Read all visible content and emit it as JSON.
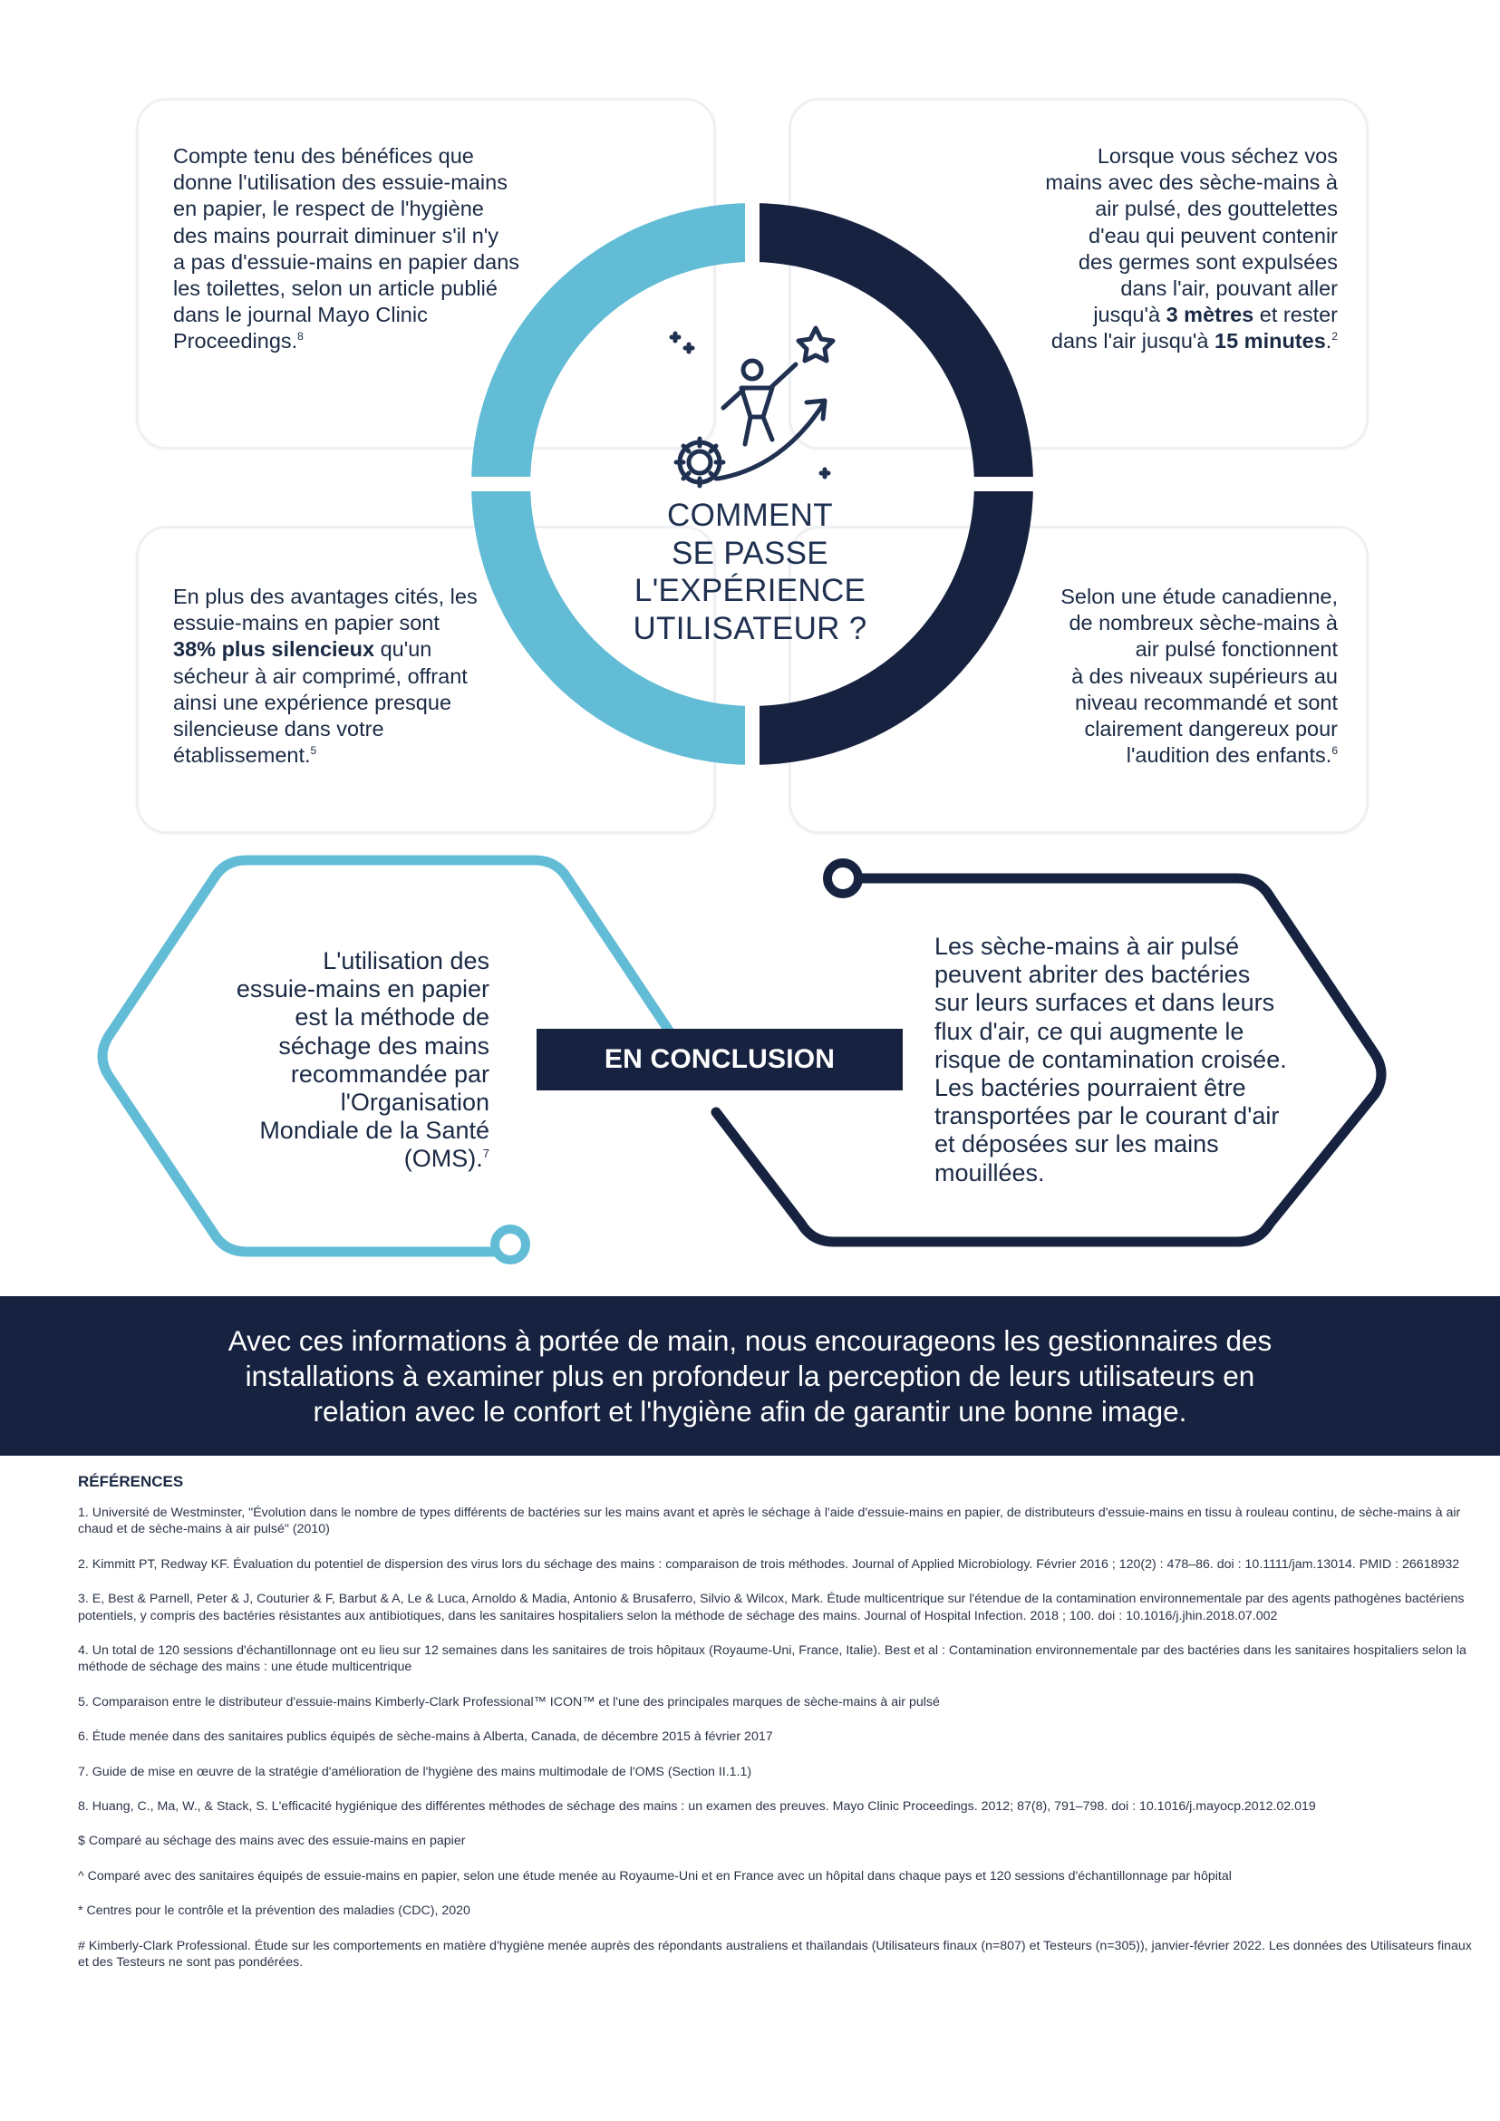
{
  "cards": {
    "top_left": {
      "lines": [
        "Compte tenu des bénéfices que",
        "donne l'utilisation des essuie-mains",
        "en papier, le respect de l'hygiène",
        "des mains pourrait diminuer s'il n'y",
        "a pas d'essuie-mains en papier dans",
        "les toilettes, selon un article publié",
        "dans le journal Mayo Clinic",
        "Proceedings."
      ],
      "sup": "8"
    },
    "top_right": {
      "lines": [
        "Lorsque vous séchez vos",
        "mains avec des sèche-mains à",
        "air pulsé, des gouttelettes",
        "d'eau qui peuvent contenir",
        "des germes sont expulsées",
        "dans l'air, pouvant aller"
      ],
      "line7_pre": "jusqu'à ",
      "line7_bold": "3 mètres",
      "line7_post": " et rester",
      "line8_pre": "dans l'air jusqu'à ",
      "line8_bold": "15 minutes",
      "line8_post": ".",
      "sup": "2"
    },
    "bottom_left": {
      "line1": "En plus des avantages cités, les",
      "line2": "essuie-mains en papier sont",
      "line3_bold": "38% plus silencieux",
      "line3_post": " qu'un",
      "line4": "sécheur à air comprimé, offrant",
      "line5": "ainsi une expérience presque",
      "line6": "silencieuse dans votre",
      "line7": "établissement.",
      "sup": "5"
    },
    "bottom_right": {
      "lines": [
        "Selon une étude canadienne,",
        "de nombreux sèche-mains à",
        "air pulsé fonctionnent",
        "à des niveaux supérieurs au",
        "niveau recommandé et sont",
        "clairement dangereux pour",
        "l'audition des enfants."
      ],
      "sup": "6"
    }
  },
  "center": {
    "title_lines": [
      "COMMENT",
      "SE PASSE",
      "L'EXPÉRIENCE",
      "UTILISATEUR ?"
    ],
    "icon": "person-climbing-arrow-with-gear-icon"
  },
  "conclusion": {
    "label": "EN CONCLUSION",
    "left_lines": [
      "L'utilisation des",
      "essuie-mains en papier",
      "est la méthode de",
      "séchage des mains",
      "recommandée par",
      "l'Organisation",
      "Mondiale de la Santé",
      "(OMS)."
    ],
    "left_sup": "7",
    "right_lines": [
      "Les sèche-mains à air pulsé",
      "peuvent abriter des bactéries",
      "sur leurs surfaces et dans leurs",
      "flux d'air, ce qui augmente le",
      "risque de contamination croisée.",
      "Les bactéries pourraient être",
      "transportées par le courant d'air",
      "et déposées sur les mains",
      "mouillées."
    ]
  },
  "banner": {
    "lines": [
      "Avec ces informations à portée de main, nous encourageons les gestionnaires des",
      "installations à examiner plus en profondeur la perception de leurs utilisateurs en",
      "relation avec le confort et l'hygiène afin de garantir une bonne image."
    ]
  },
  "references": {
    "title": "RÉFÉRENCES",
    "items": [
      "1. Université de Westminster, \"Évolution dans le nombre de types différents de bactéries sur les mains avant et après le séchage à l'aide d'essuie-mains en papier, de distributeurs d'essuie-mains en tissu à rouleau continu, de sèche-mains à air chaud et de sèche-mains à air pulsé\" (2010)",
      "2. Kimmitt PT, Redway KF. Évaluation du potentiel de dispersion des virus lors du séchage des mains : comparaison de trois méthodes. Journal of Applied Microbiology. Février 2016 ; 120(2) : 478–86. doi : 10.1111/jam.13014. PMID : 26618932",
      "3. E, Best & Parnell, Peter & J, Couturier & F, Barbut & A, Le & Luca, Arnoldo & Madia, Antonio & Brusaferro, Silvio & Wilcox, Mark. Étude multicentrique sur l'étendue de la contamination environnementale par des agents pathogènes bactériens potentiels, y compris des bactéries résistantes aux antibiotiques, dans les sanitaires hospitaliers selon la méthode de séchage des mains. Journal of Hospital Infection. 2018 ; 100. doi : 10.1016/j.jhin.2018.07.002",
      "4. Un total de 120 sessions d'échantillonnage ont eu lieu sur 12 semaines dans les sanitaires de trois hôpitaux (Royaume-Uni, France, Italie). Best et al : Contamination environnementale par des bactéries dans les sanitaires hospitaliers selon la méthode de séchage des mains : une étude multicentrique",
      "5. Comparaison entre le distributeur d'essuie-mains Kimberly-Clark Professional™ ICON™ et l'une des principales marques de sèche-mains à air pulsé",
      "6. Étude menée dans des sanitaires publics équipés de sèche-mains à Alberta, Canada, de décembre 2015 à février 2017",
      "7. Guide de mise en œuvre de la stratégie d'amélioration de l'hygiène des mains multimodale de l'OMS (Section II.1.1)",
      "8. Huang, C., Ma, W., & Stack, S. L'efficacité hygiénique des différentes méthodes de séchage des mains : un examen des preuves. Mayo Clinic Proceedings. 2012; 87(8), 791–798. doi : 10.1016/j.mayocp.2012.02.019",
      "$ Comparé au séchage des mains avec des essuie-mains en papier",
      "^ Comparé avec des sanitaires équipés de essuie-mains en papier, selon une étude menée au Royaume-Uni et en France avec un hôpital dans chaque pays et 120 sessions d'échantillonnage par hôpital",
      "* Centres pour le contrôle et la prévention des maladies (CDC), 2020",
      "# Kimberly-Clark Professional. Étude sur les comportements en matière d'hygiène menée auprès des répondants australiens et thaïlandais (Utilisateurs finaux (n=807) et Testeurs (n=305)), janvier-février 2022. Les données des Utilisateurs finaux et des Testeurs ne sont pas pondérées."
    ]
  },
  "colors": {
    "light_blue": "#62bcd6",
    "navy": "#16223f",
    "card_border": "#eef0f3",
    "text": "#1b2a44"
  }
}
